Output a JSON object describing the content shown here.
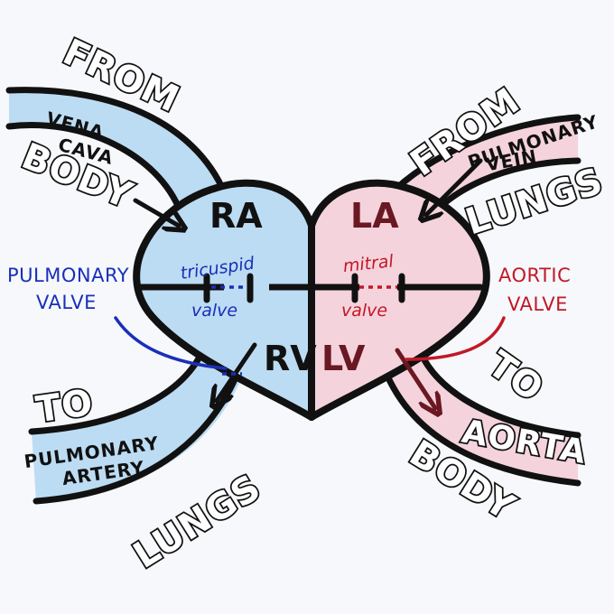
{
  "colors": {
    "deoxygenated": "#bcdcf3",
    "oxygenated": "#f4d3dc",
    "outline": "#111111",
    "blue_ink": "#1a2fb8",
    "red_ink": "#c21826",
    "lv_ink": "#6a1822",
    "grey_ink": "#555560"
  },
  "left_in": {
    "from": "FROM",
    "vessel_line1": "VENA",
    "vessel_line2": "CAVA",
    "origin": "BODY"
  },
  "right_in": {
    "from": "FROM",
    "vessel_line1": "PULMONARY",
    "vessel_line2": "VEIN",
    "origin": "LUNGS"
  },
  "left_out": {
    "to": "TO",
    "vessel_line1": "PULMONARY",
    "vessel_line2": "ARTERY",
    "destination": "LUNGS"
  },
  "right_out": {
    "to": "TO",
    "vessel": "AORTA",
    "destination": "BODY"
  },
  "chambers": {
    "right_atrium": "RA",
    "left_atrium": "LA",
    "right_ventricle": "RV",
    "left_ventricle": "LV"
  },
  "valves": {
    "tricuspid_top": "tricuspid",
    "tricuspid_bottom": "valve",
    "mitral_top": "mitral",
    "mitral_bottom": "valve"
  },
  "callouts": {
    "pulmonary_line1": "PULMONARY",
    "pulmonary_line2": "VALVE",
    "aortic_line1": "AORTIC",
    "aortic_line2": "VALVE"
  },
  "icons": [
    "flow-arrow-icon"
  ]
}
